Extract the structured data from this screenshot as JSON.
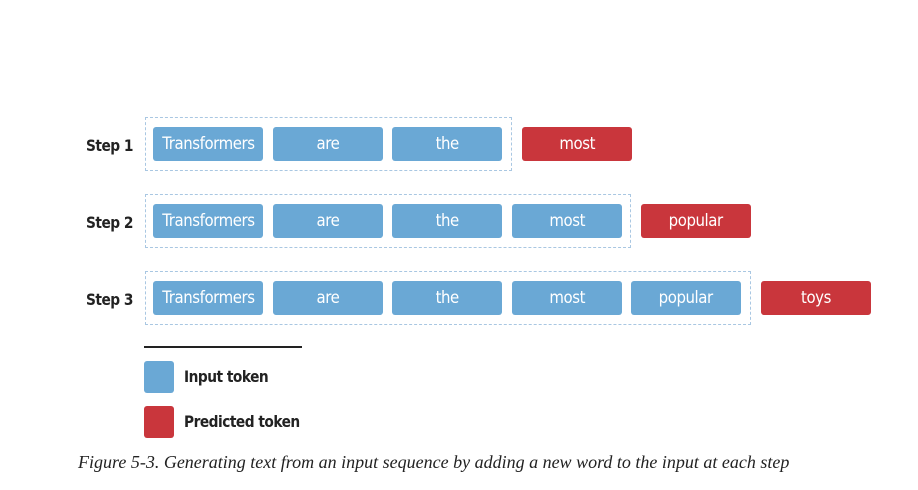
{
  "steps": [
    {
      "label": "Step 1",
      "input_tokens": [
        "Transformers",
        "are",
        "the"
      ],
      "predicted_token": "most"
    },
    {
      "label": "Step 2",
      "input_tokens": [
        "Transformers",
        "are",
        "the",
        "most"
      ],
      "predicted_token": "popular"
    },
    {
      "label": "Step 3",
      "input_tokens": [
        "Transformers",
        "are",
        "the",
        "most",
        "popular"
      ],
      "predicted_token": "toys"
    }
  ],
  "legend": {
    "input_label": "Input token",
    "predicted_label": "Predicted token"
  },
  "colors": {
    "input_token": "#6aa8d5",
    "predicted_token": "#c9363c"
  },
  "caption": "Figure 5-3. Generating text from an input sequence by adding a new word to the input at each step"
}
